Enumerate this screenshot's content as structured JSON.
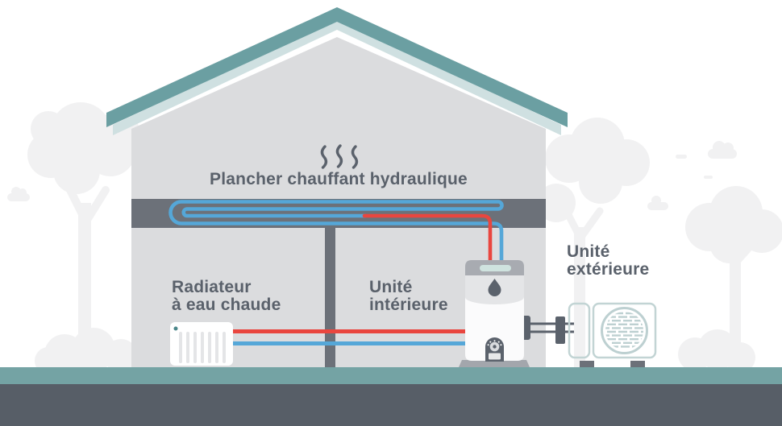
{
  "diagram": {
    "title": "Plancher chauffant hydraulique",
    "labels": {
      "floor_heating": "Plancher chauffant hydraulique",
      "radiator": "Radiateur\nà eau chaude",
      "indoor_unit": "Unité\nintérieure",
      "outdoor_unit": "Unité\nextérieure"
    },
    "icons": {
      "steam": "steam-icon",
      "water_drop": "water-drop-icon",
      "fan": "fan-icon"
    },
    "colors": {
      "roof_teal": "#6b9fa2",
      "roof_underside": "#cfe0e1",
      "wall_gray": "#dbdcde",
      "floor_band_gray": "#6c7179",
      "pipe_cold_blue": "#55a7d8",
      "pipe_hot_red": "#e9463f",
      "ground_teal": "#74a3a4",
      "ground_dark": "#575e67",
      "label_text": "#5a616b",
      "unit_dark": "#5b626c",
      "unit_cap_gray": "#a8abb1",
      "unit_panel_light": "#e4e5e7",
      "outdoor_outline": "#c2d4d4",
      "background_tree": "#f1f1f2",
      "radiator_fin": "#e4e5e7",
      "radiator_dot_teal": "#4a8689",
      "mint_slot": "#cfe3df"
    }
  }
}
